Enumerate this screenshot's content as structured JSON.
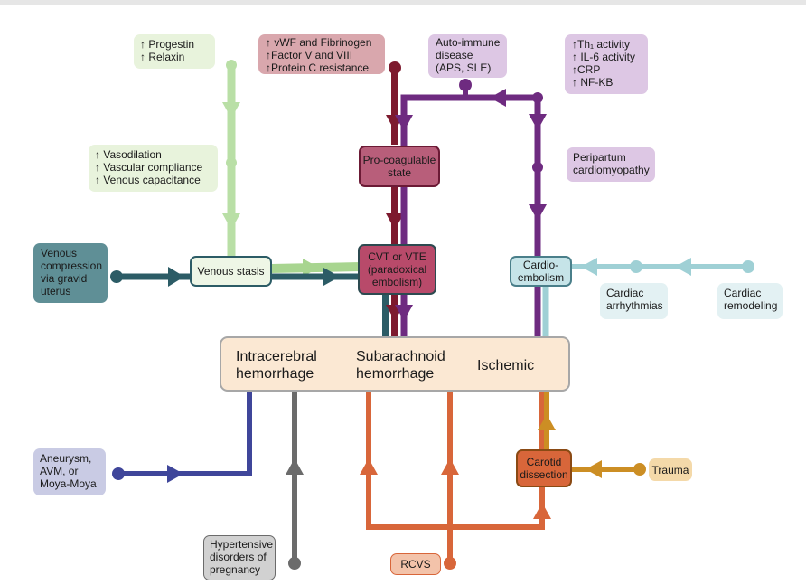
{
  "diagram": {
    "nodes": {
      "progestin": {
        "lines": [
          "↑ Progestin",
          "↑ Relaxin"
        ]
      },
      "vasodilation": {
        "lines": [
          "↑ Vasodilation",
          "↑ Vascular compliance",
          "↑ Venous capacitance"
        ]
      },
      "vwf": {
        "lines": [
          "↑ vWF and Fibrinogen",
          "↑Factor V and VIII",
          "↑Protein C resistance"
        ]
      },
      "autoimmune": {
        "lines": [
          "Auto-immune",
          "disease",
          "(APS, SLE)"
        ]
      },
      "inflammation": {
        "lines": [
          "↑Th₁ activity",
          "↑ IL-6 activity",
          "↑CRP",
          "↑ NF-KB"
        ]
      },
      "procoag": {
        "lines": [
          "Pro-coagulable",
          "state"
        ]
      },
      "peripartum": {
        "lines": [
          "Peripartum",
          "cardiomyopathy"
        ]
      },
      "venous_compression": {
        "lines": [
          "Venous",
          "compression",
          "via gravid",
          "uterus"
        ]
      },
      "venous_stasis": {
        "lines": [
          "Venous stasis"
        ]
      },
      "cvt": {
        "lines": [
          "CVT or VTE",
          "(paradoxical",
          "embolism)"
        ]
      },
      "cardioembolism": {
        "lines": [
          "Cardio-",
          "embolism"
        ]
      },
      "arrhythmias": {
        "lines": [
          "Cardiac",
          "arrhythmias"
        ]
      },
      "remodeling": {
        "lines": [
          "Cardiac",
          "remodeling"
        ]
      },
      "aneurysm": {
        "lines": [
          "Aneurysm,",
          "AVM, or",
          "Moya-Moya"
        ]
      },
      "carotid": {
        "lines": [
          "Carotid",
          "dissection"
        ]
      },
      "trauma": {
        "lines": [
          "Trauma"
        ]
      },
      "hypertensive": {
        "lines": [
          "Hypertensive",
          "disorders of",
          "pregnancy"
        ]
      },
      "rcvs": {
        "lines": [
          "RCVS"
        ]
      }
    },
    "outcomes": {
      "ich": [
        "Intracerebral",
        "hemorrhage"
      ],
      "sah": [
        "Subarachnoid",
        "hemorrhage"
      ],
      "ischemic": [
        "Ischemic"
      ]
    },
    "colors": {
      "hormone": "#9fcf8e",
      "thrombo": "#7d1a2e",
      "autoimmune": "#6e2b80",
      "compression": "#2c5c66",
      "cardiac": "#8ec9cf",
      "aneurysm": "#3f469a",
      "hypertensive": "#6b6b6b",
      "rcvs": "#d8663a",
      "trauma": "#cc8e24"
    }
  }
}
